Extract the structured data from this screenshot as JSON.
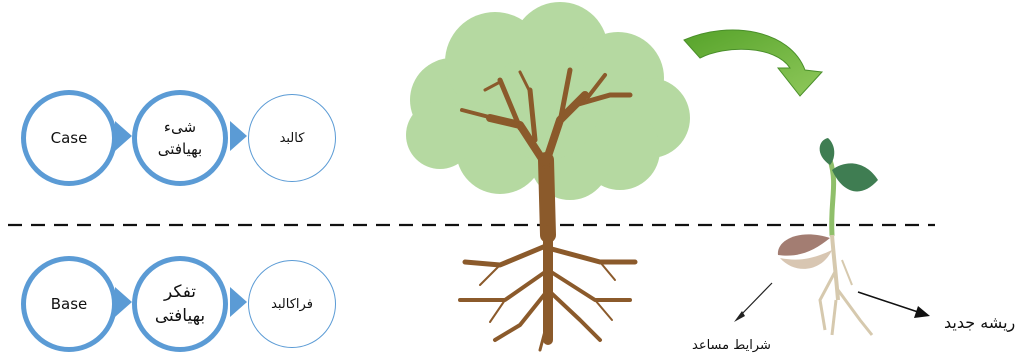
{
  "top_row": {
    "outer_label": "Case",
    "middle_label": "شیء\nبهیافتی",
    "inner_label": "کالبد"
  },
  "bottom_row": {
    "outer_label": "Base",
    "middle_label": "تفکر\nبهیافتی",
    "inner_label": "فراکالبد"
  },
  "annotations": {
    "conditions": "شرایط مساعد",
    "new_root": "ریشه جدید"
  },
  "colors": {
    "circle_border": "#5b9bd5",
    "tree_canopy": "#b5d9a1",
    "tree_trunk": "#8b5a2b",
    "seed": "#a37d72",
    "sprout_leaf": "#3f7d52",
    "curved_arrow": "#66b035",
    "ground_line": "#111111"
  }
}
